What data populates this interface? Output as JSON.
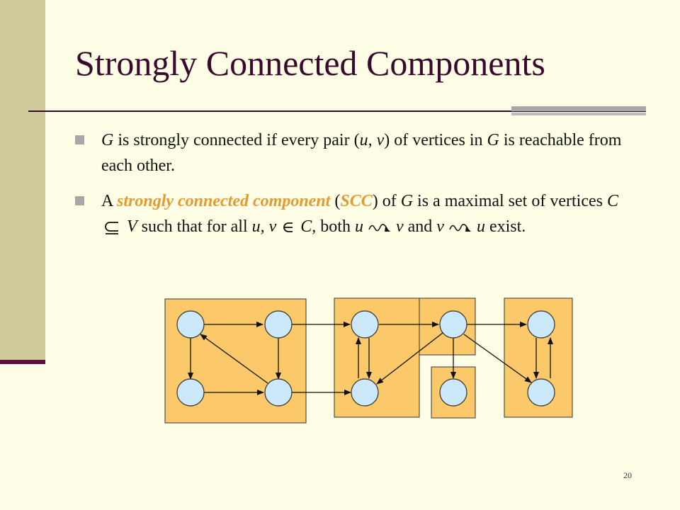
{
  "slide": {
    "title": "Strongly Connected Components",
    "page_number": "20"
  },
  "bullet1": {
    "p1": "G",
    "p2": " is strongly connected if every pair (",
    "p3": "u",
    "p4": ", ",
    "p5": "v",
    "p6": ") of vertices in ",
    "p7": "G",
    "p8": " is reachable from each other."
  },
  "bullet2": {
    "p1": "A ",
    "p2": "strongly connected component",
    "p3": " (",
    "p4": "SCC",
    "p5": ") of ",
    "p6": "G",
    "p7": " is a maximal set of vertices ",
    "p8": "C",
    "p9": "V",
    "p10": " such that for all ",
    "p11": "u, v",
    "p12": "C",
    "p13": ", both ",
    "p14": "u",
    "p15": "v",
    "p16": " and ",
    "p17": "v",
    "p18": "u",
    "p19": " exist."
  },
  "colors": {
    "title": "#3a0a2c",
    "highlight": "#e49a2e",
    "component_fill": "#fbc969",
    "vertex_fill": "#cce8fb"
  }
}
